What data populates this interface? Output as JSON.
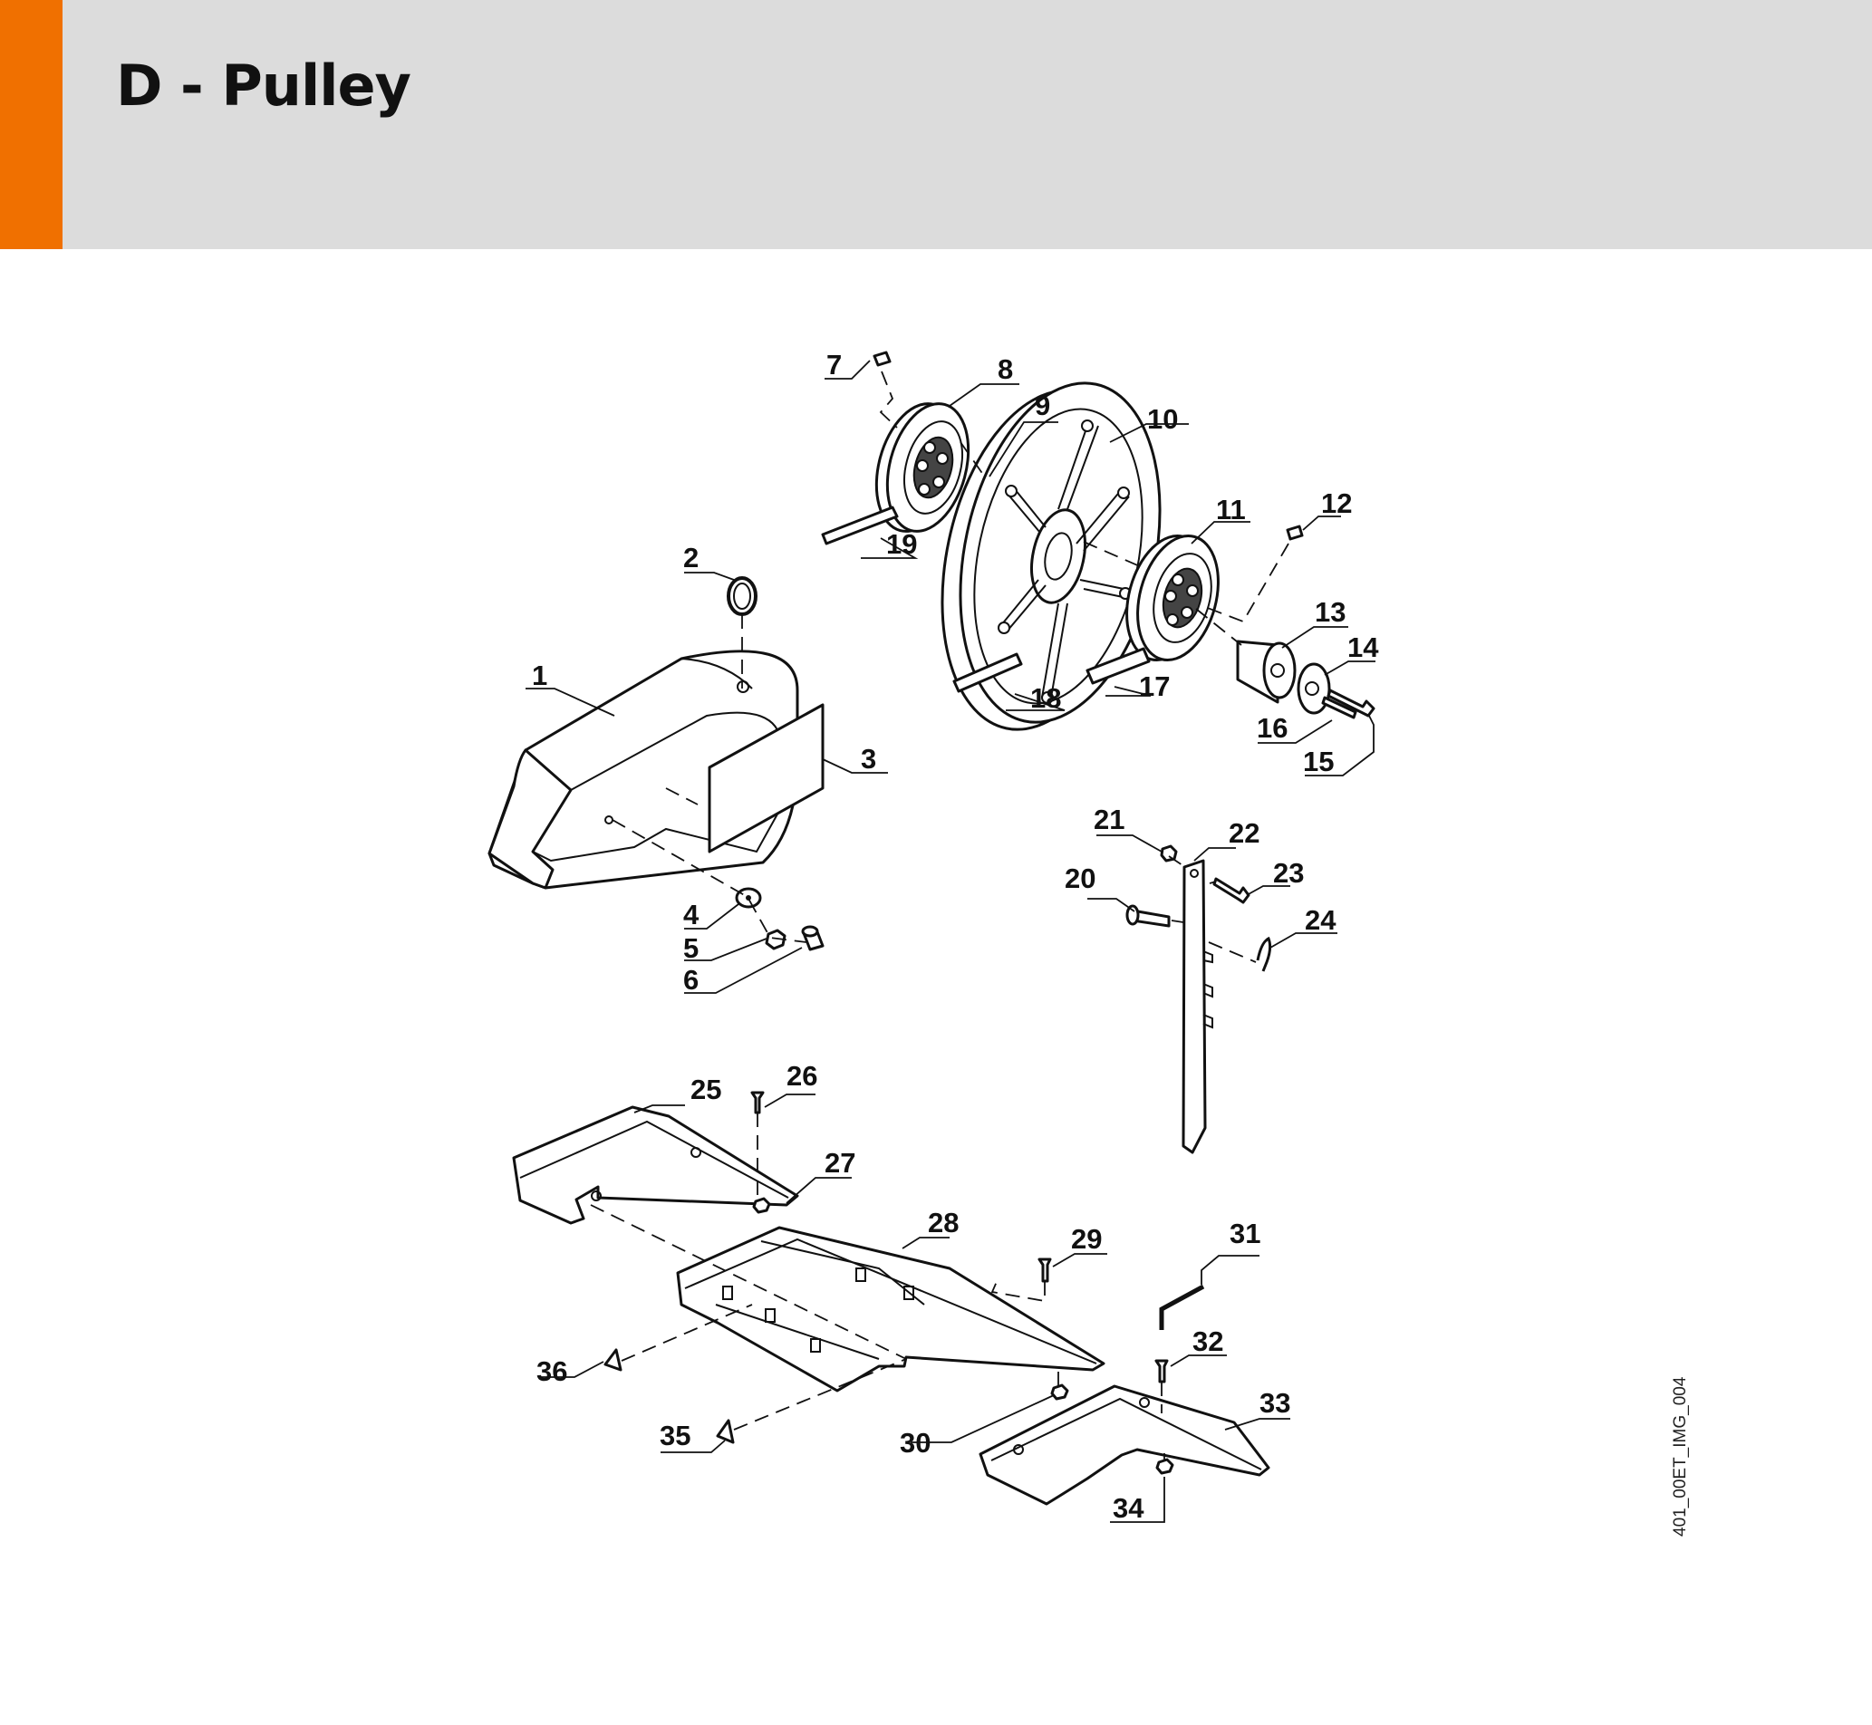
{
  "header": {
    "title": "D - Pulley",
    "accent_color": "#f07000",
    "band_color": "#dcdcdc"
  },
  "image_code": "401_00ET_IMG_004",
  "callouts": [
    "1",
    "2",
    "3",
    "4",
    "5",
    "6",
    "7",
    "8",
    "9",
    "10",
    "11",
    "12",
    "13",
    "14",
    "15",
    "16",
    "17",
    "18",
    "19",
    "20",
    "21",
    "22",
    "23",
    "24",
    "25",
    "26",
    "27",
    "28",
    "29",
    "30",
    "31",
    "32",
    "33",
    "34",
    "35",
    "36"
  ]
}
